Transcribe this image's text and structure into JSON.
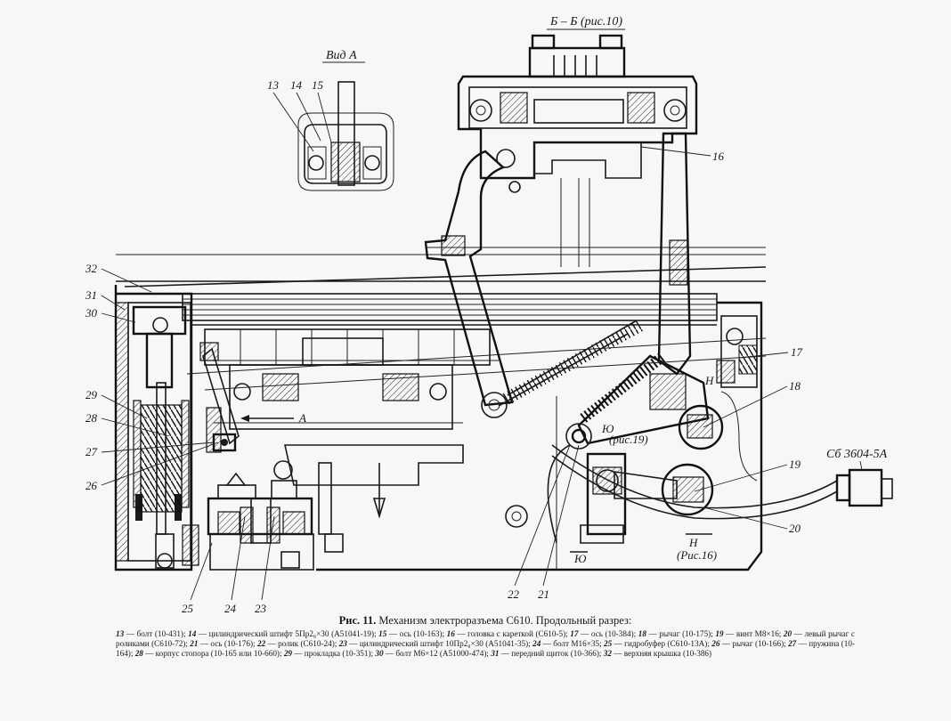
{
  "diagram": {
    "section_label": "Б – Б (рис.10)",
    "view_label": "Вид А",
    "view_a_labels": [
      "13",
      "14",
      "15"
    ],
    "connector_label": "Сб 3604-5А",
    "arrow_a_label": "А",
    "ref_labels": {
      "fig19": "(рис.19)",
      "fig16": "(Рис.16)",
      "h1": "Н",
      "h2": "Н",
      "yu1": "Ю",
      "yu2": "Ю"
    },
    "part_labels": {
      "p16": "16",
      "p17": "17",
      "p18": "18",
      "p19": "19",
      "p20": "20",
      "p21": "21",
      "p22": "22",
      "p23": "23",
      "p24": "24",
      "p25": "25",
      "p26": "26",
      "p27": "27",
      "p28": "28",
      "p29": "29",
      "p30": "30",
      "p31": "31",
      "p32": "32"
    }
  },
  "caption": {
    "figure_number": "Рис. 11.",
    "figure_title": "Механизм электроразъема С610. Продольный разрез:",
    "legend": [
      {
        "num": "13",
        "text": "— болт (10-431);"
      },
      {
        "num": "14",
        "text": "— цилиндрический штифт 5Пр2₈×30 (А51041-19);"
      },
      {
        "num": "15",
        "text": "— ось (10-163);"
      },
      {
        "num": "16",
        "text": "— головка с кареткой (С610-5);"
      },
      {
        "num": "17",
        "text": "— ось (10-384);"
      },
      {
        "num": "18",
        "text": "— рычаг (10-175);"
      },
      {
        "num": "19",
        "text": "— винт М8×16;"
      },
      {
        "num": "20",
        "text": "— левый рычаг с роликами (С610-72);"
      },
      {
        "num": "21",
        "text": "— ось (10-176);"
      },
      {
        "num": "22",
        "text": "— ролик (С610-24);"
      },
      {
        "num": "23",
        "text": "— цилиндрический штифт 10Пр2₈×30 (А51041-35);"
      },
      {
        "num": "24",
        "text": "— болт М16×35;"
      },
      {
        "num": "25",
        "text": "— гидробуфер (С610-13А);"
      },
      {
        "num": "26",
        "text": "— рычаг (10-166);"
      },
      {
        "num": "27",
        "text": "— пружина (10-164);"
      },
      {
        "num": "28",
        "text": "— корпус стопора (10-165 или 10-660);"
      },
      {
        "num": "29",
        "text": "— прокладка (10-351);"
      },
      {
        "num": "30",
        "text": "— болт М6×12 (А51000-474);"
      },
      {
        "num": "31",
        "text": "— передний щиток (10-366);"
      },
      {
        "num": "32",
        "text": "— верхняя крышка (10-386)"
      }
    ]
  }
}
